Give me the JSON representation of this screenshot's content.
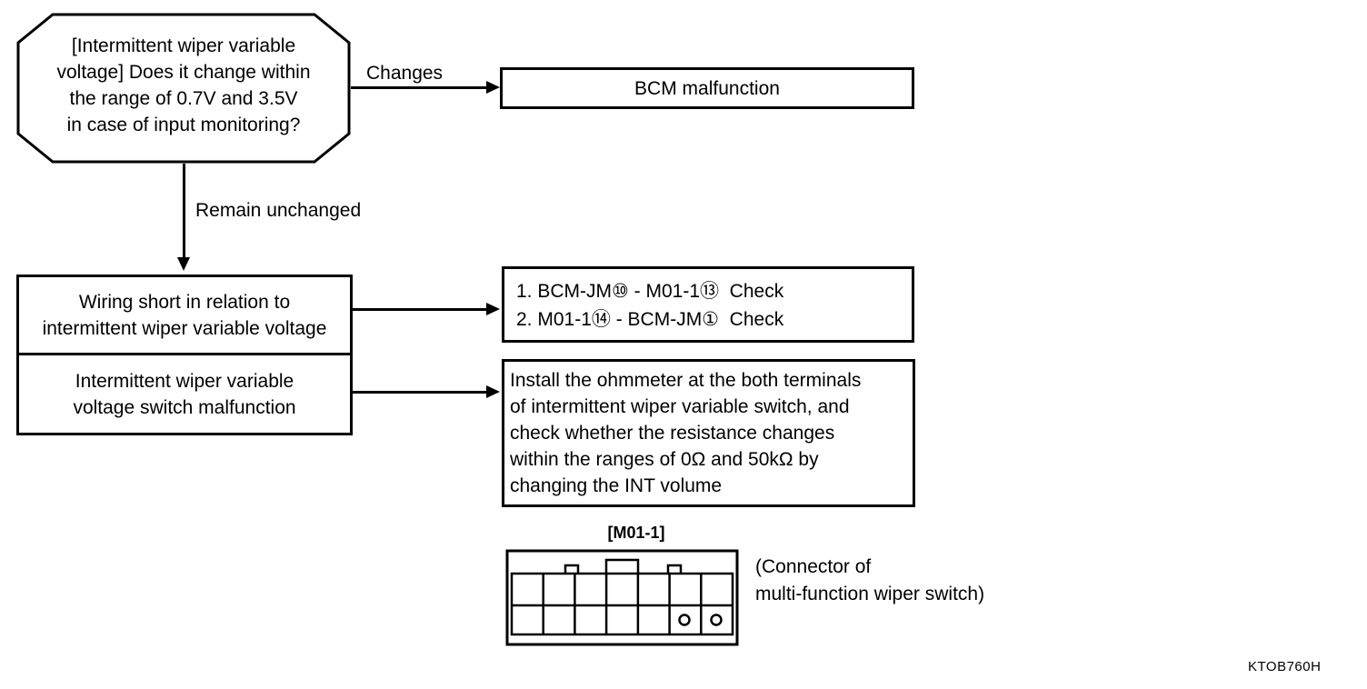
{
  "diagram": {
    "decision": {
      "lines": [
        "[Intermittent wiper variable",
        "voltage] Does it change within",
        "the range of 0.7V and 3.5V",
        "in case of input monitoring?"
      ]
    },
    "labels": {
      "changes": "Changes",
      "remain_unchanged": "Remain unchanged"
    },
    "bcm_box": {
      "label": "BCM malfunction"
    },
    "causes": {
      "wiring_short": {
        "lines": [
          "Wiring short in relation to",
          "intermittent wiper variable voltage"
        ]
      },
      "switch_malfunction": {
        "lines": [
          "Intermittent wiper variable",
          "voltage switch malfunction"
        ]
      }
    },
    "check_box": {
      "lines": [
        "1. BCM-JM⑩ - M01-1⑬  Check",
        "2. M01-1⑭ - BCM-JM①  Check"
      ]
    },
    "install_box": {
      "lines": [
        "Install the ohmmeter at the both terminals",
        "of intermittent wiper variable switch, and",
        "check whether the resistance changes",
        "within the ranges of 0Ω and 50kΩ by",
        "changing the INT volume"
      ]
    },
    "connector": {
      "label": "[M01-1]",
      "caption_lines": [
        "(Connector of",
        "multi-function wiper switch)"
      ],
      "grid": {
        "rows": 2,
        "cols": 7
      },
      "pin_circles": [
        "row 2, col 6",
        "row 2, col 7"
      ]
    },
    "figure_code": "KTOB760H",
    "colors": {
      "ink": "#000000",
      "background": "#ffffff"
    }
  }
}
